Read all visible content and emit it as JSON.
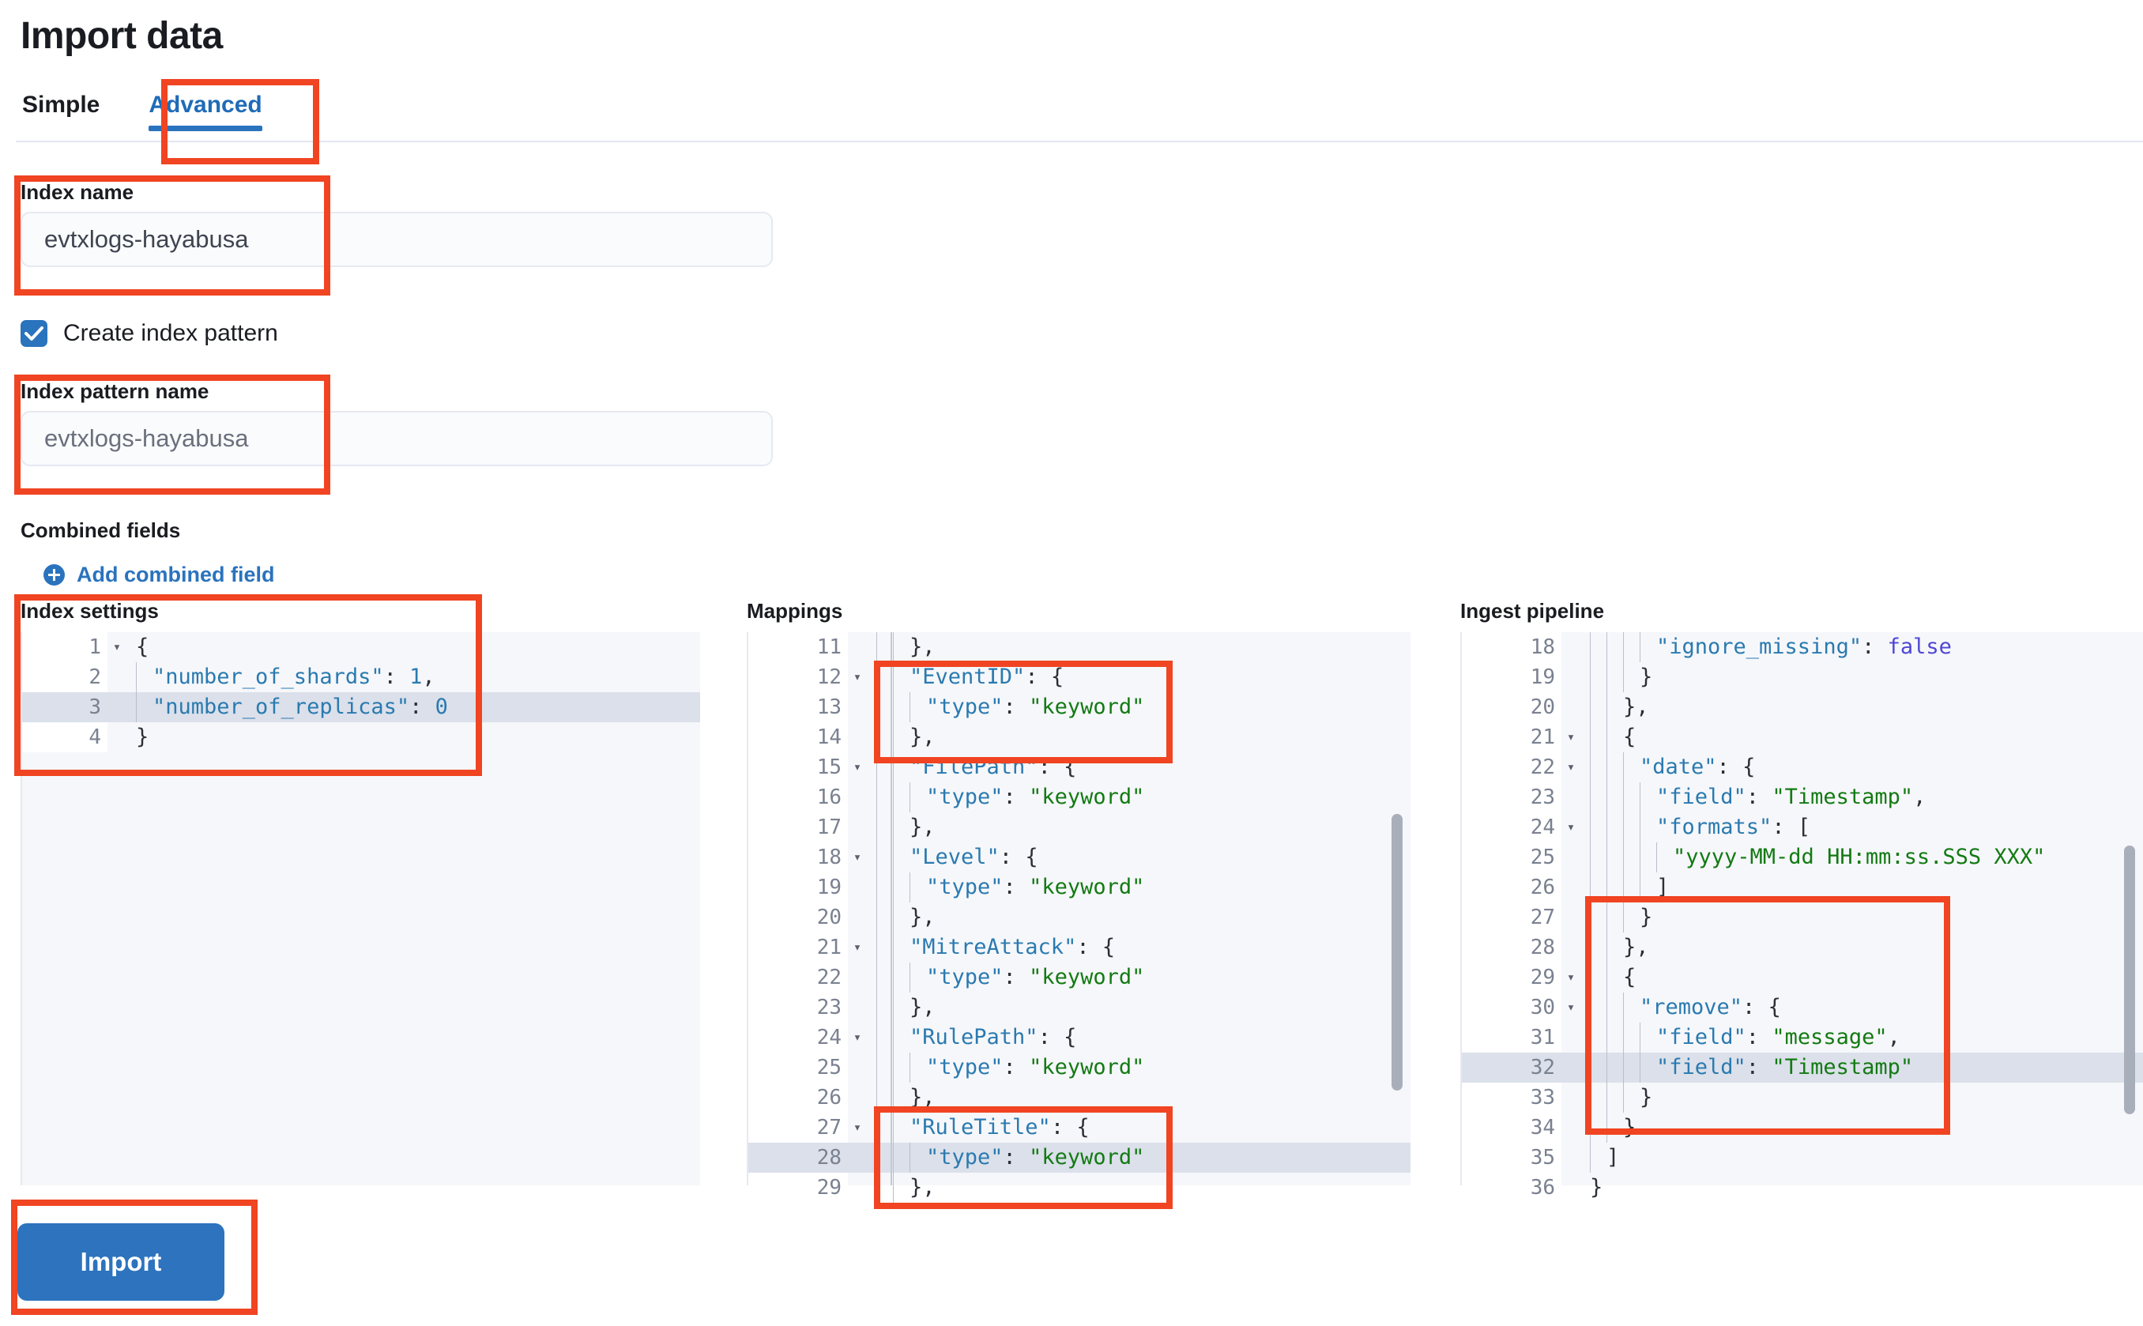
{
  "page": {
    "title": "Import data"
  },
  "tabs": [
    {
      "label": "Simple",
      "active": false
    },
    {
      "label": "Advanced",
      "active": true
    }
  ],
  "index_name": {
    "label": "Index name",
    "value": "evtxlogs-hayabusa"
  },
  "create_index_pattern": {
    "label": "Create index pattern",
    "checked": true
  },
  "index_pattern_name": {
    "label": "Index pattern name",
    "placeholder": "evtxlogs-hayabusa"
  },
  "combined_fields": {
    "label": "Combined fields",
    "add_label": "Add combined field"
  },
  "editors": {
    "index_settings": {
      "title": "Index settings",
      "highlight_line": 3,
      "lines": [
        {
          "no": "1",
          "fold": true,
          "code": "{"
        },
        {
          "no": "2",
          "fold": false,
          "code": "  \"number_of_shards\": 1,"
        },
        {
          "no": "3",
          "fold": false,
          "code": "  \"number_of_replicas\": 0"
        },
        {
          "no": "4",
          "fold": false,
          "code": "}"
        }
      ]
    },
    "mappings": {
      "title": "Mappings",
      "highlight_line": 28,
      "lines": [
        {
          "no": "11",
          "fold": false,
          "code": "    },"
        },
        {
          "no": "12",
          "fold": true,
          "code": "    \"EventID\": {"
        },
        {
          "no": "13",
          "fold": false,
          "code": "      \"type\": \"keyword\""
        },
        {
          "no": "14",
          "fold": false,
          "code": "    },"
        },
        {
          "no": "15",
          "fold": true,
          "code": "    \"FilePath\": {"
        },
        {
          "no": "16",
          "fold": false,
          "code": "      \"type\": \"keyword\""
        },
        {
          "no": "17",
          "fold": false,
          "code": "    },"
        },
        {
          "no": "18",
          "fold": true,
          "code": "    \"Level\": {"
        },
        {
          "no": "19",
          "fold": false,
          "code": "      \"type\": \"keyword\""
        },
        {
          "no": "20",
          "fold": false,
          "code": "    },"
        },
        {
          "no": "21",
          "fold": true,
          "code": "    \"MitreAttack\": {"
        },
        {
          "no": "22",
          "fold": false,
          "code": "      \"type\": \"keyword\""
        },
        {
          "no": "23",
          "fold": false,
          "code": "    },"
        },
        {
          "no": "24",
          "fold": true,
          "code": "    \"RulePath\": {"
        },
        {
          "no": "25",
          "fold": false,
          "code": "      \"type\": \"keyword\""
        },
        {
          "no": "26",
          "fold": false,
          "code": "    },"
        },
        {
          "no": "27",
          "fold": true,
          "code": "    \"RuleTitle\": {"
        },
        {
          "no": "28",
          "fold": false,
          "code": "      \"type\": \"keyword\""
        },
        {
          "no": "29",
          "fold": false,
          "code": "    },"
        }
      ]
    },
    "ingest_pipeline": {
      "title": "Ingest pipeline",
      "highlight_line": 32,
      "lines": [
        {
          "no": "18",
          "fold": false,
          "code": "        \"ignore_missing\": false"
        },
        {
          "no": "19",
          "fold": false,
          "code": "      }"
        },
        {
          "no": "20",
          "fold": false,
          "code": "    },"
        },
        {
          "no": "21",
          "fold": true,
          "code": "    {"
        },
        {
          "no": "22",
          "fold": true,
          "code": "      \"date\": {"
        },
        {
          "no": "23",
          "fold": false,
          "code": "        \"field\": \"Timestamp\","
        },
        {
          "no": "24",
          "fold": true,
          "code": "        \"formats\": ["
        },
        {
          "no": "25",
          "fold": false,
          "code": "          \"yyyy-MM-dd HH:mm:ss.SSS XXX\""
        },
        {
          "no": "26",
          "fold": false,
          "code": "        ]"
        },
        {
          "no": "27",
          "fold": false,
          "code": "      }"
        },
        {
          "no": "28",
          "fold": false,
          "code": "    },"
        },
        {
          "no": "29",
          "fold": true,
          "code": "    {"
        },
        {
          "no": "30",
          "fold": true,
          "code": "      \"remove\": {"
        },
        {
          "no": "31",
          "fold": false,
          "code": "        \"field\": \"message\","
        },
        {
          "no": "32",
          "fold": false,
          "code": "        \"field\": \"Timestamp\""
        },
        {
          "no": "33",
          "fold": false,
          "code": "      }"
        },
        {
          "no": "34",
          "fold": false,
          "code": "    }"
        },
        {
          "no": "35",
          "fold": false,
          "code": "  ]"
        },
        {
          "no": "36",
          "fold": false,
          "code": "}"
        }
      ]
    }
  },
  "import_button": {
    "label": "Import"
  },
  "colors": {
    "accent_blue": "#2a73bd",
    "annotation_red": "#f04422",
    "json_key": "#2a7ab0",
    "json_string": "#137a13",
    "json_bool": "#4f46d6"
  }
}
